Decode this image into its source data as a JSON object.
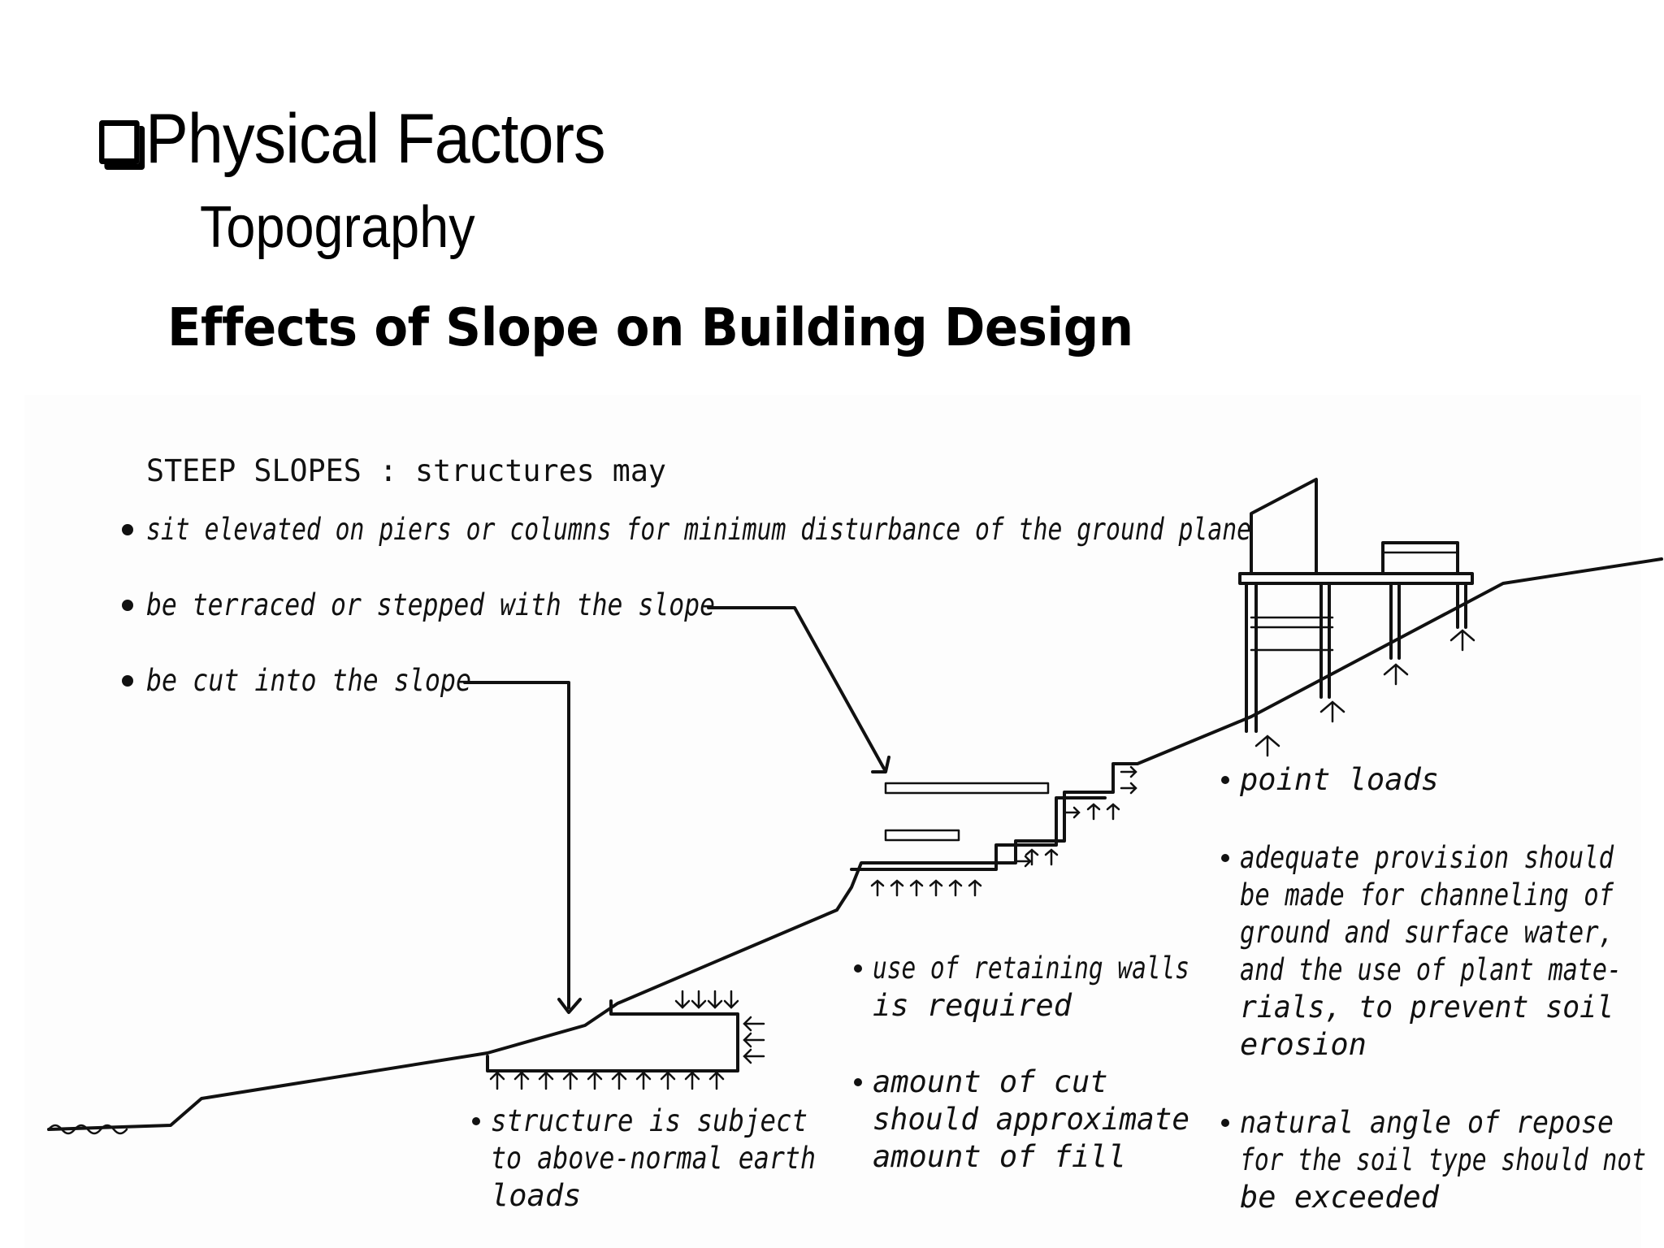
{
  "slide": {
    "title": "Physical Factors",
    "subtitle": "Topography",
    "heading": "Effects of Slope on Building Design"
  },
  "diagram": {
    "intro": "STEEP SLOPES : structures may",
    "options": [
      "sit elevated on piers or columns for minimum disturbance of the ground plane",
      "be terraced or stepped with the slope",
      "be cut into the slope"
    ],
    "notes": {
      "cut": [
        "structure is subject",
        "to above-normal earth",
        "loads"
      ],
      "retaining": [
        "use of retaining walls",
        "is required"
      ],
      "cut_fill": [
        "amount of cut",
        "should approximate",
        "amount of fill"
      ],
      "point_loads": [
        "point loads"
      ],
      "drainage": [
        "adequate provision should",
        "be made for channeling of",
        "ground and surface water,",
        "and the use of plant mate-",
        "rials, to prevent soil",
        "erosion"
      ],
      "repose": [
        "natural angle of repose",
        "for the soil type should not",
        "be exceeded"
      ]
    }
  }
}
